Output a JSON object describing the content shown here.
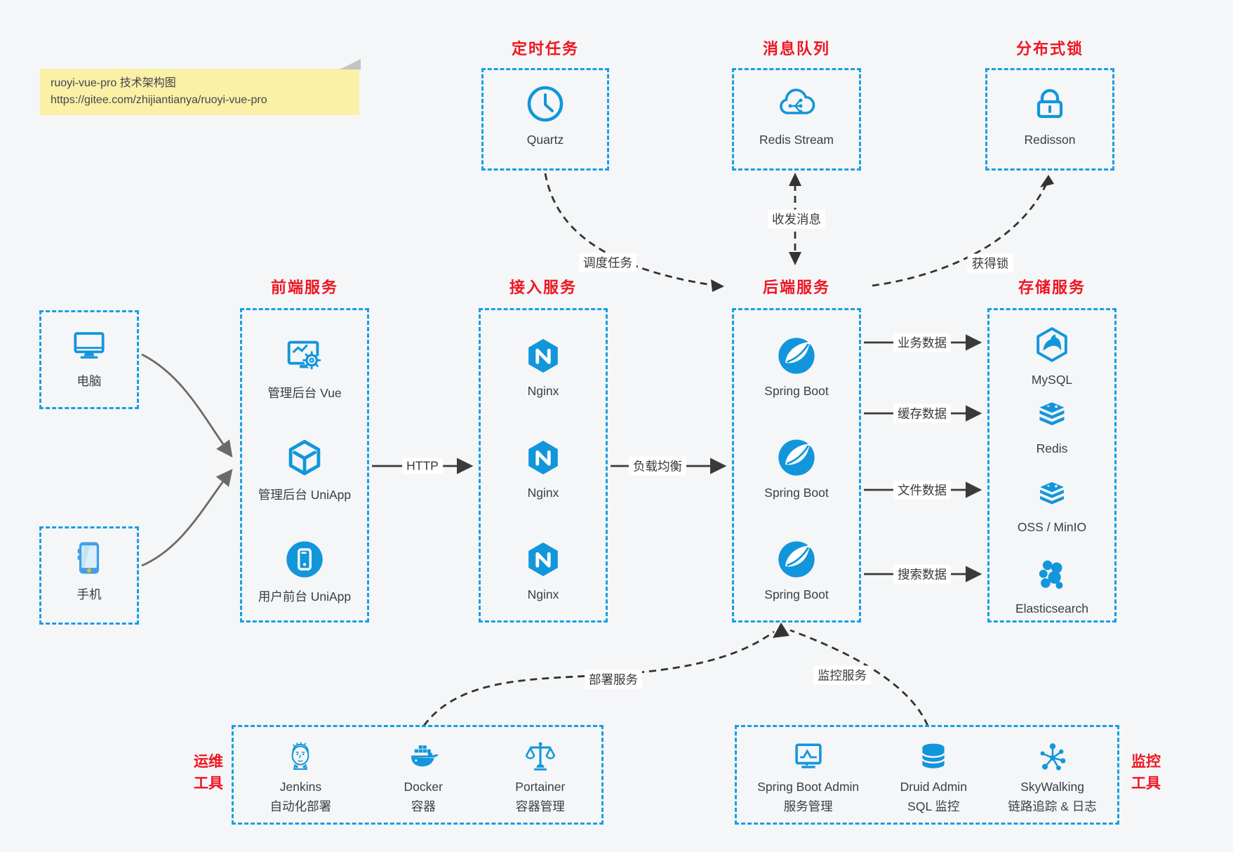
{
  "colors": {
    "accent_blue": "#1296db",
    "title_red": "#ee1622",
    "note_yellow": "#faf0a6",
    "background": "#f5f6f7"
  },
  "note": {
    "line1": "ruoyi-vue-pro 技术架构图",
    "line2": "https://gitee.com/zhijiantianya/ruoyi-vue-pro"
  },
  "top_groups": [
    {
      "title": "定时任务",
      "item": {
        "label": "Quartz",
        "icon": "clock-icon"
      }
    },
    {
      "title": "消息队列",
      "item": {
        "label": "Redis Stream",
        "icon": "cloud-mq-icon"
      }
    },
    {
      "title": "分布式锁",
      "item": {
        "label": "Redisson",
        "icon": "lock-icon"
      }
    }
  ],
  "clients": [
    {
      "label": "电脑",
      "icon": "desktop-icon"
    },
    {
      "label": "手机",
      "icon": "smartphone-icon"
    }
  ],
  "columns": [
    {
      "title": "前端服务",
      "items": [
        {
          "label": "管理后台 Vue",
          "icon": "admin-vue-icon"
        },
        {
          "label": "管理后台 UniApp",
          "icon": "uniapp-cube-icon"
        },
        {
          "label": "用户前台 UniApp",
          "icon": "user-app-icon"
        }
      ]
    },
    {
      "title": "接入服务",
      "items": [
        {
          "label": "Nginx",
          "icon": "nginx-icon"
        },
        {
          "label": "Nginx",
          "icon": "nginx-icon"
        },
        {
          "label": "Nginx",
          "icon": "nginx-icon"
        }
      ]
    },
    {
      "title": "后端服务",
      "items": [
        {
          "label": "Spring Boot",
          "icon": "spring-boot-icon"
        },
        {
          "label": "Spring Boot",
          "icon": "spring-boot-icon"
        },
        {
          "label": "Spring Boot",
          "icon": "spring-boot-icon"
        }
      ]
    },
    {
      "title": "存储服务",
      "items": [
        {
          "label": "MySQL",
          "icon": "mysql-icon"
        },
        {
          "label": "Redis",
          "icon": "redis-stack-icon"
        },
        {
          "label": "OSS / MinIO",
          "icon": "oss-minio-icon"
        },
        {
          "label": "Elasticsearch",
          "icon": "elasticsearch-icon"
        }
      ]
    }
  ],
  "edges": {
    "http": "HTTP",
    "load_balance": "负载均衡",
    "business_data": "业务数据",
    "cache_data": "缓存数据",
    "file_data": "文件数据",
    "search_data": "搜索数据",
    "schedule_task": "调度任务",
    "send_receive_msg": "收发消息",
    "acquire_lock": "获得锁",
    "deploy_service": "部署服务",
    "monitor_service": "监控服务"
  },
  "bottom_groups": [
    {
      "title_line1": "运维",
      "title_line2": "工具",
      "items": [
        {
          "name": "Jenkins",
          "desc": "自动化部署",
          "icon": "jenkins-icon"
        },
        {
          "name": "Docker",
          "desc": "容器",
          "icon": "docker-icon"
        },
        {
          "name": "Portainer",
          "desc": "容器管理",
          "icon": "portainer-icon"
        }
      ]
    },
    {
      "title_line1": "监控",
      "title_line2": "工具",
      "items": [
        {
          "name": "Spring Boot Admin",
          "desc": "服务管理",
          "icon": "spring-boot-admin-icon"
        },
        {
          "name": "Druid Admin",
          "desc": "SQL 监控",
          "icon": "druid-icon"
        },
        {
          "name": "SkyWalking",
          "desc": "链路追踪 & 日志",
          "icon": "skywalking-icon"
        }
      ]
    }
  ]
}
